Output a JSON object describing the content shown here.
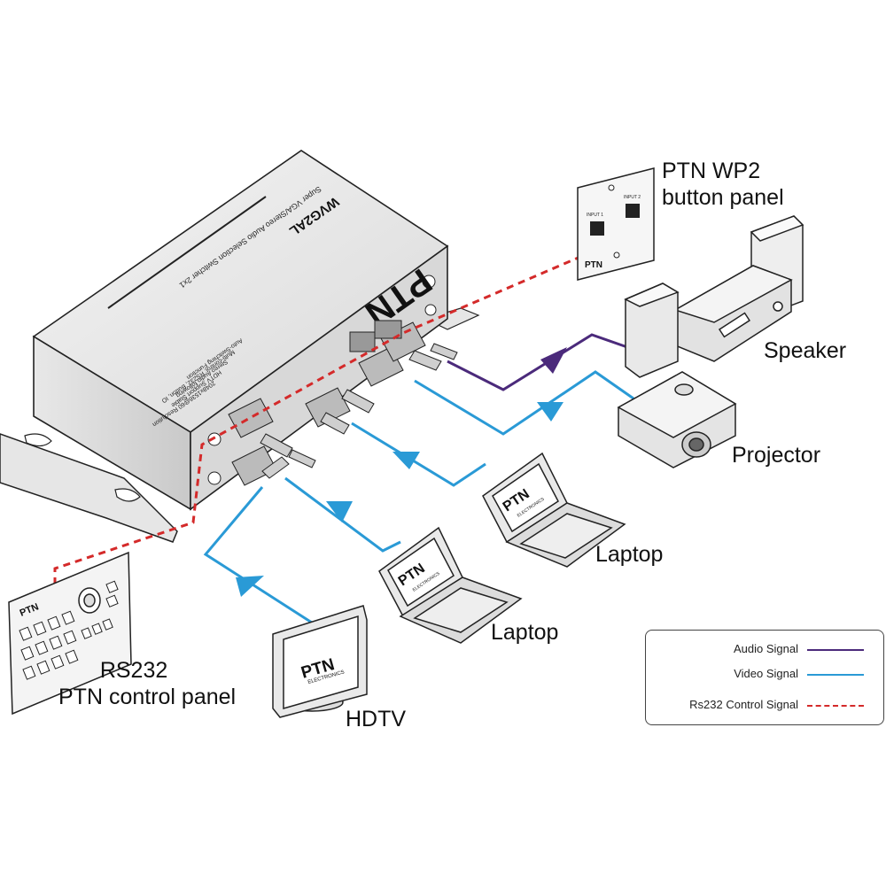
{
  "labels": {
    "wp2": [
      "PTN WP2",
      "button panel"
    ],
    "speaker": "Speaker",
    "projector": "Projector",
    "laptop": "Laptop",
    "hdtv": "HDTV",
    "control_panel": [
      "RS232",
      "PTN control panel"
    ]
  },
  "device": {
    "brand": "PTN",
    "model": "WVG2AL",
    "subtitle": "Super VGA/Stereo Audio Selection Switcher 2x1",
    "features": [
      "Auto-Switching Function",
      "Multi-control: RS232, Button, IO",
      "Stereo Audio following",
      "HDTV Support Stable",
      "2048x1536@60 Resolution"
    ]
  },
  "screens": {
    "brand": "PTN",
    "sub": "ELECTRONICS"
  },
  "wp2_panel": {
    "buttons": [
      "INPUT 1",
      "INPUT 2"
    ]
  },
  "legend": {
    "audio": "Audio Signal",
    "video": "Video Signal",
    "rs232": "Rs232 Control Signal"
  },
  "colors": {
    "audio": "#4b2a7b",
    "video": "#2a9ad6",
    "rs232": "#d42a2a"
  }
}
